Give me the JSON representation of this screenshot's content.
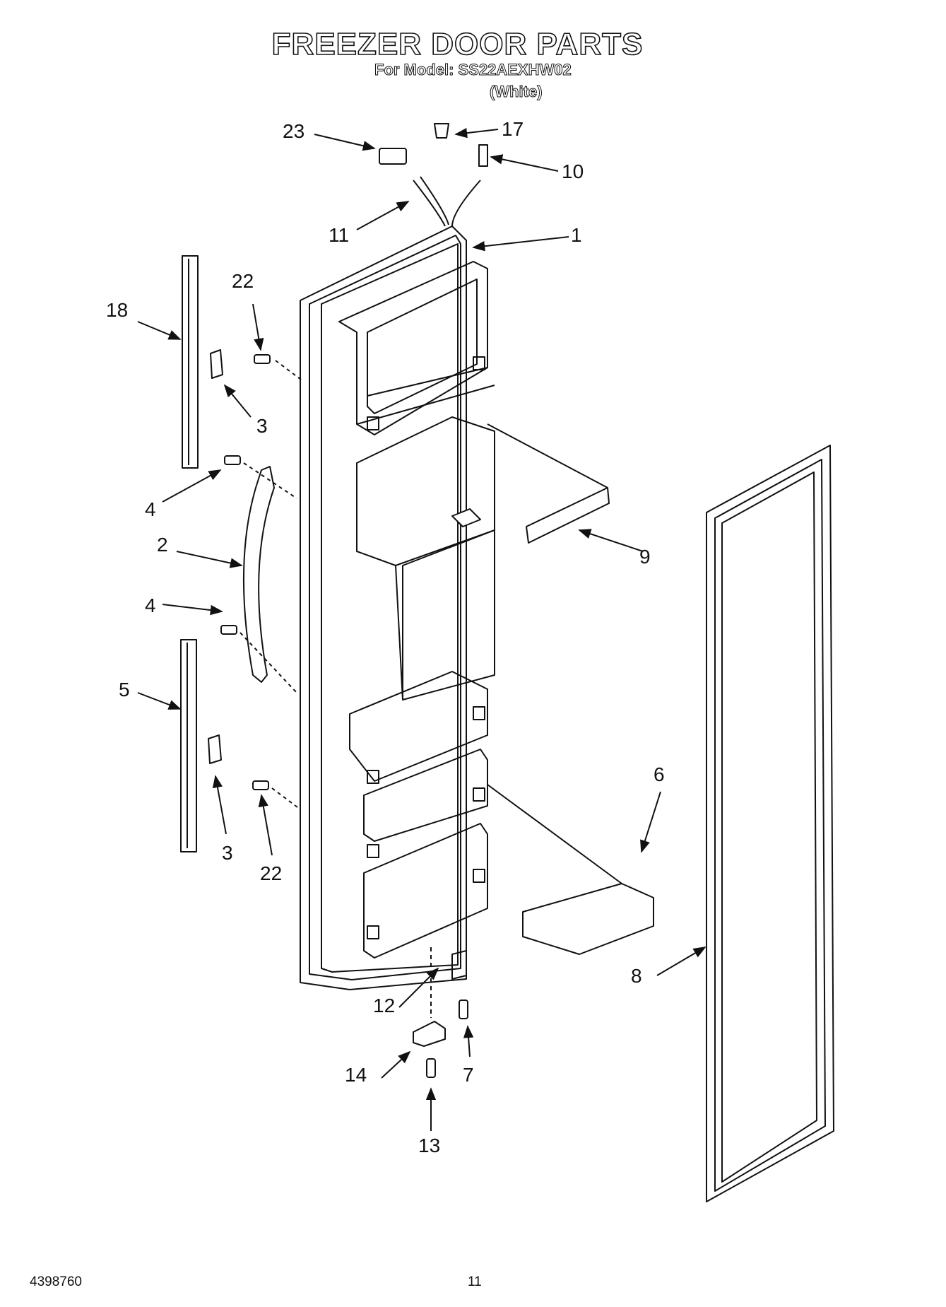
{
  "header": {
    "title": "FREEZER DOOR PARTS",
    "model_line": "For Model: SS22AEXHW02",
    "color_line": "(White)"
  },
  "callouts": [
    {
      "id": "c23",
      "text": "23"
    },
    {
      "id": "c17",
      "text": "17"
    },
    {
      "id": "c10",
      "text": "10"
    },
    {
      "id": "c11",
      "text": "11"
    },
    {
      "id": "c1",
      "text": "1"
    },
    {
      "id": "c22a",
      "text": "22"
    },
    {
      "id": "c18",
      "text": "18"
    },
    {
      "id": "c3a",
      "text": "3"
    },
    {
      "id": "c4a",
      "text": "4"
    },
    {
      "id": "c2",
      "text": "2"
    },
    {
      "id": "c4b",
      "text": "4"
    },
    {
      "id": "c5",
      "text": "5"
    },
    {
      "id": "c3b",
      "text": "3"
    },
    {
      "id": "c22b",
      "text": "22"
    },
    {
      "id": "c9",
      "text": "9"
    },
    {
      "id": "c6",
      "text": "6"
    },
    {
      "id": "c8",
      "text": "8"
    },
    {
      "id": "c12",
      "text": "12"
    },
    {
      "id": "c7",
      "text": "7"
    },
    {
      "id": "c14",
      "text": "14"
    },
    {
      "id": "c13",
      "text": "13"
    }
  ],
  "footer": {
    "doc_number": "4398760",
    "page_number": "11"
  }
}
